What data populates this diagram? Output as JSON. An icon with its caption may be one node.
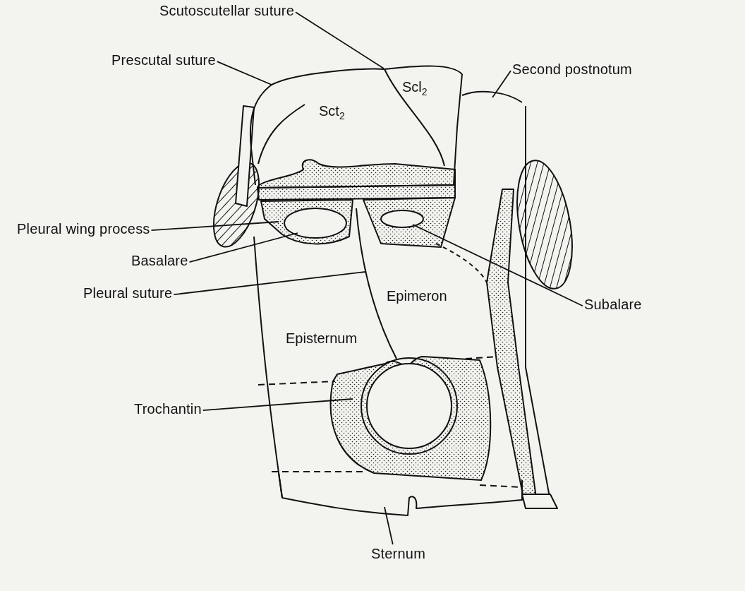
{
  "diagram": {
    "nodes": [
      {
        "text": [
          "Scutoscutellar suture"
        ]
      },
      {
        "text": [
          "Prescutal suture"
        ]
      },
      {
        "text": [
          "Second postnotum"
        ]
      },
      {
        "text": [
          "Pleural wing process"
        ]
      },
      {
        "text": [
          "Basalare"
        ]
      },
      {
        "text": [
          "Pleural suture"
        ]
      },
      {
        "text": [
          "Subalare"
        ]
      },
      {
        "text": [
          "Trochantin"
        ]
      },
      {
        "text": [
          "Sternum"
        ]
      }
    ],
    "edges": [
      {
        "from": 0,
        "to": null,
        "arrow": "none"
      },
      {
        "from": 1,
        "to": null,
        "arrow": "none"
      },
      {
        "from": 2,
        "to": null,
        "arrow": "none"
      },
      {
        "from": 3,
        "to": null,
        "arrow": "none"
      },
      {
        "from": 4,
        "to": null,
        "arrow": "none"
      },
      {
        "from": 5,
        "to": null,
        "arrow": "none"
      },
      {
        "from": 6,
        "to": null,
        "arrow": "none"
      },
      {
        "from": 7,
        "to": null,
        "arrow": "none"
      },
      {
        "from": 8,
        "to": null,
        "arrow": "none"
      }
    ],
    "labels": [
      "Scl$_{2}$",
      "Sct$_{2}$",
      "Epimeron",
      "Episternum"
    ]
  }
}
